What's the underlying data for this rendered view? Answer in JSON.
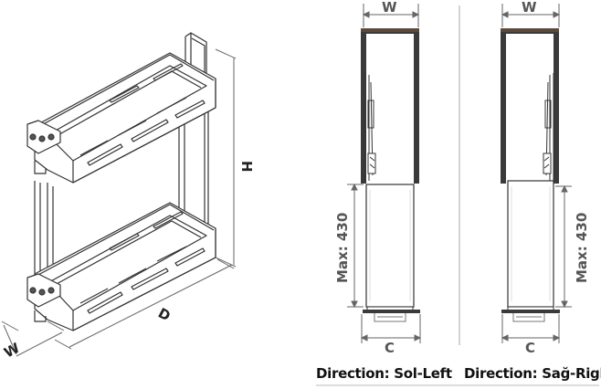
{
  "iso_view": {
    "dimension_labels": {
      "height": "H",
      "depth": "D",
      "width": "W"
    }
  },
  "left_view": {
    "top_dimension": "W",
    "side_dimension": "Max: 430",
    "bottom_dimension": "C",
    "caption": "Direction: Sol-Left"
  },
  "right_view": {
    "top_dimension": "W",
    "side_dimension": "Max: 430",
    "bottom_dimension": "C",
    "caption": "Direction: Sağ-Right"
  },
  "colors": {
    "line": "#333333",
    "frame": "#3a3a3a",
    "dimension": "#666666",
    "basket_fill": "#ffffff"
  }
}
